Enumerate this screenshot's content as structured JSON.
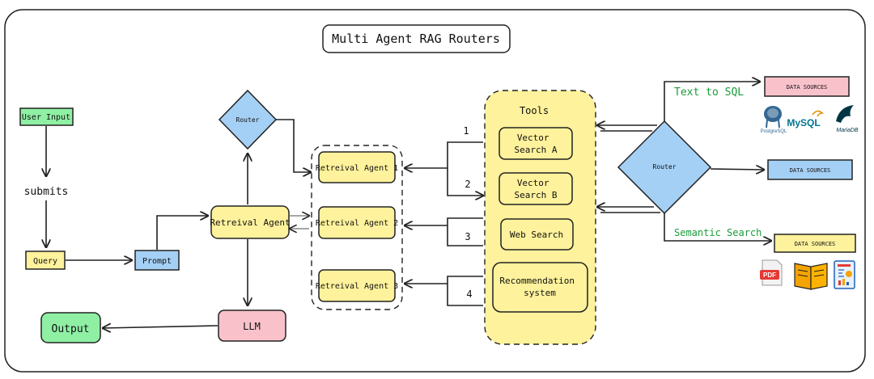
{
  "title": "Multi Agent RAG Routers",
  "nodes": {
    "user_input": "User Input",
    "submits": "submits",
    "query": "Query",
    "prompt": "Prompt",
    "output": "Output",
    "llm": "LLM",
    "router_left": "Router",
    "retrieval_agent": "Retreival Agent",
    "retrieval_agent_1": "Retreival Agent 1",
    "retrieval_agent_2": "Retreival Agent 2",
    "retrieval_agent_3": "Retreival Agent 3",
    "tools_title": "Tools",
    "vector_search_a": [
      "Vector",
      "Search A"
    ],
    "vector_search_b": [
      "Vector",
      "Search B"
    ],
    "web_search": "Web Search",
    "recommendation_system": [
      "Recommendation",
      "system"
    ],
    "router_right": "Router",
    "data_sources_1": "DATA SOURCES",
    "data_sources_2": "DATA SOURCES",
    "data_sources_3": "DATA SOURCES"
  },
  "edge_labels": {
    "route_1": "1",
    "route_2": "2",
    "route_3": "3",
    "route_4": "4",
    "text_to_sql": "Text to SQL",
    "semantic_search": "Semantic Search"
  },
  "logos": {
    "postgresql": "PostgreSQL",
    "mysql": "MySQL",
    "mariadb": "MariaDB",
    "pdf": "PDF"
  },
  "icons": [
    "elephant-icon",
    "dolphin-icon",
    "seal-icon",
    "pdf-icon",
    "book-icon",
    "report-icon"
  ],
  "colors": {
    "green_node": "#8ff0a4",
    "yellow_node": "#fff29c",
    "blue_node": "#a5d0f5",
    "pink_node": "#f9c2cb",
    "green_text": "#1a9c3a"
  }
}
